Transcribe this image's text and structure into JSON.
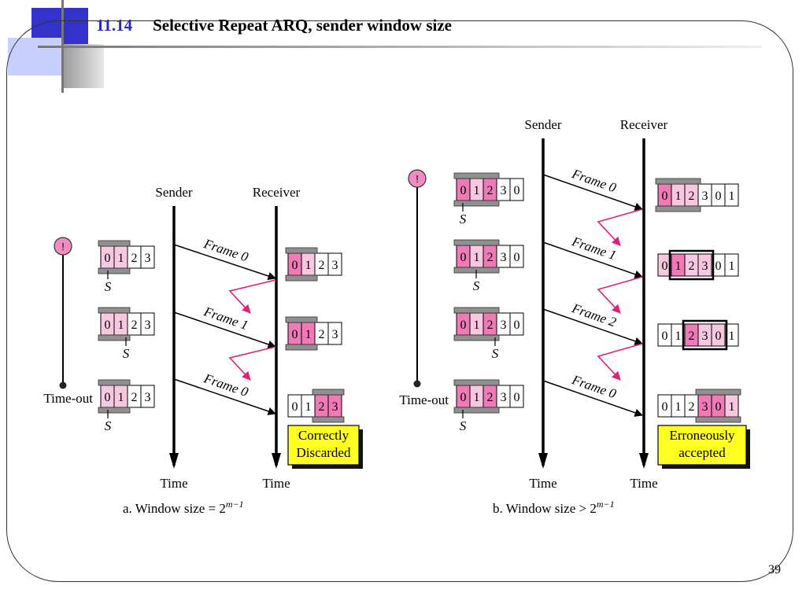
{
  "slide": {
    "section_number": "11.14",
    "title": "Selective Repeat ARQ, sender window size",
    "page_number": "39"
  },
  "colors": {
    "title_number": "#2828c8",
    "arrow": "#e0207a",
    "window_pink": "#f07ab8",
    "light_pink": "#f8c8e0",
    "timer_pink": "#f08cc0",
    "note_yellow": "#ffff22"
  },
  "diagram_a": {
    "sender_label": "Sender",
    "receiver_label": "Receiver",
    "time_label_sender": "Time",
    "time_label_receiver": "Time",
    "timeout_label": "Time-out",
    "timer_symbol": "!",
    "s_label": "S",
    "frames": [
      "Frame 0",
      "Frame 1",
      "Frame 0"
    ],
    "sender_windows": [
      [
        "0",
        "1",
        "2",
        "3"
      ],
      [
        "0",
        "1",
        "2",
        "3"
      ],
      [
        "0",
        "1",
        "2",
        "3"
      ]
    ],
    "receiver_windows": [
      [
        "0",
        "1",
        "2",
        "3"
      ],
      [
        "0",
        "1",
        "2",
        "3"
      ],
      [
        "0",
        "1",
        "2",
        "3"
      ]
    ],
    "note": [
      "Correctly",
      "Discarded"
    ],
    "caption_main": "a. Window size = 2",
    "caption_exp": "m−1"
  },
  "diagram_b": {
    "sender_label": "Sender",
    "receiver_label": "Receiver",
    "time_label_sender": "Time",
    "time_label_receiver": "Time",
    "timeout_label": "Time-out",
    "timer_symbol": "!",
    "s_label": "S",
    "frames": [
      "Frame 0",
      "Frame 1",
      "Frame 2",
      "Frame 0"
    ],
    "sender_windows": [
      [
        "0",
        "1",
        "2",
        "3",
        "0"
      ],
      [
        "0",
        "1",
        "2",
        "3",
        "0"
      ],
      [
        "0",
        "1",
        "2",
        "3",
        "0"
      ],
      [
        "0",
        "1",
        "2",
        "3",
        "0"
      ]
    ],
    "receiver_windows": [
      [
        "0",
        "1",
        "2",
        "3",
        "0",
        "1"
      ],
      [
        "0",
        "1",
        "2",
        "3",
        "0",
        "1"
      ],
      [
        "0",
        "1",
        "2",
        "3",
        "0",
        "1"
      ],
      [
        "0",
        "1",
        "2",
        "3",
        "0",
        "1"
      ]
    ],
    "note": [
      "Erroneously",
      "accepted"
    ],
    "caption_main": "b. Window size > 2",
    "caption_exp": "m−1"
  }
}
